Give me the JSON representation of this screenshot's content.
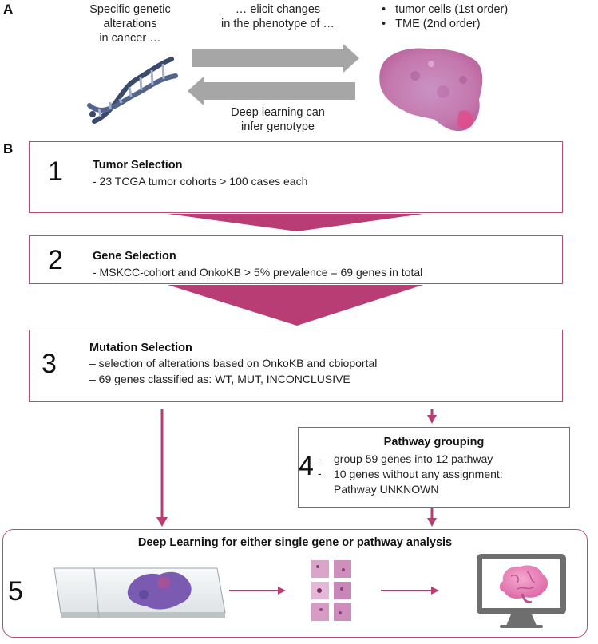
{
  "panelA": {
    "letter": "A",
    "left_text": [
      "Specific genetic",
      "alterations",
      "in cancer …"
    ],
    "middle_text": [
      "… elicit changes",
      "in the phenotype of …"
    ],
    "bullets": [
      "tumor cells (1st order)",
      "TME (2nd order)"
    ],
    "bottom_text": [
      "Deep learning can",
      "infer genotype"
    ],
    "icons": [
      "dna-helix-icon",
      "tissue-slide-image"
    ],
    "colors": {
      "arrow": "#a6a6a6",
      "dna_dark": "#3b4a6b",
      "dna_light": "#9fb0d0",
      "tissue": "#c77fb4"
    }
  },
  "panelB": {
    "letter": "B",
    "steps": [
      {
        "num": "1",
        "title": "Tumor Selection",
        "lines": [
          "-    23 TCGA tumor cohorts > 100 cases each"
        ]
      },
      {
        "num": "2",
        "title": "Gene Selection",
        "lines": [
          "-    MSKCC-cohort and OnkoKB > 5% prevalence = 69 genes in total"
        ]
      },
      {
        "num": "3",
        "title": "Mutation Selection",
        "lines": [
          "–   selection of alterations based on OnkoKB and cbioportal",
          "–   69 genes classified as: WT, MUT, INCONCLUSIVE"
        ]
      },
      {
        "num": "4",
        "title": "Pathway grouping",
        "lines": [
          "group 59 genes into 12 pathway",
          "10 genes without any assignment:",
          "Pathway UNKNOWN"
        ]
      },
      {
        "num": "5",
        "title": "Deep Learning for either single gene or pathway analysis"
      }
    ],
    "colors": {
      "border": "#b94d7a",
      "arrow": "#b83d74",
      "funnel": "#b83d74"
    }
  }
}
